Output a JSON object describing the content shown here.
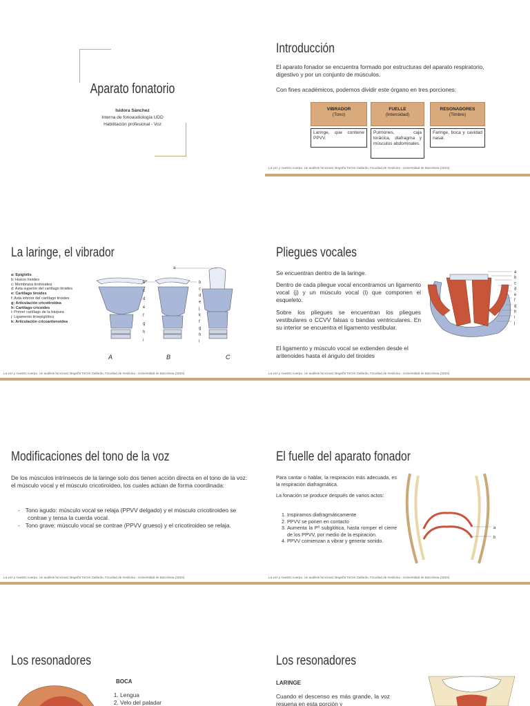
{
  "footer": "La voz y nuestro cuerpo. Un análisis funcional. Begoña Torres Gallardo, Facultad de medicina - Universidad de Barcelona (2015)",
  "slide1": {
    "title": "Aparato fonatorio",
    "author": "Isidora Sánchez",
    "role": "Interna de fonoaudiología UDD",
    "course": "Habilitación profesional - Voz"
  },
  "slide2": {
    "title": "Introducción",
    "p1": "El aparato fonador se encuentra formado por estructuras del aparato respiratorio, digestivo y por un conjunto de músculos.",
    "p2": "Con fines académicos, podemos dividir este órgano en tres porciones:",
    "columns": [
      {
        "head": "VIBRADOR",
        "sub": "(Tono)",
        "body": "Laringe, que contiene PPVV."
      },
      {
        "head": "FUELLE",
        "sub": "(Intensidad)",
        "body": "Pulmones, caja torácica, diafragma y músculos abdominales."
      },
      {
        "head": "RESONADORES",
        "sub": "(Timbre)",
        "body": "Faringe, boca y cavidad nasal."
      }
    ]
  },
  "slide3": {
    "title": "La laringe, el vibrador",
    "legend": [
      {
        "text": "a: Epiglotis",
        "bold": true
      },
      {
        "text": "b: Hueso hioides",
        "bold": false
      },
      {
        "text": "c: Membrana tirohioidea",
        "bold": false
      },
      {
        "text": "d: Asta superior del cartílago tiroides",
        "bold": false
      },
      {
        "text": "e: Cartílago tiroides",
        "bold": true
      },
      {
        "text": "f: Asta inferior del cartílago tiroides",
        "bold": false
      },
      {
        "text": "g: Articulación cricotiroidea",
        "bold": true
      },
      {
        "text": "h: Cartílago cricoides",
        "bold": true
      },
      {
        "text": "i: Primer cartílago de la tráquea",
        "bold": false
      },
      {
        "text": "j: Ligamento tiroepiglótico",
        "bold": false
      },
      {
        "text": "k: Articulación cricoaritenoidea",
        "bold": true
      }
    ],
    "fig_labels": [
      "A",
      "B",
      "C"
    ],
    "fig_letter_a": "a",
    "letters_a": [
      "b",
      "c",
      "d",
      "e",
      "f",
      "g",
      "h",
      "i"
    ],
    "letters_b": [
      "b",
      "c",
      "d",
      "e",
      "j",
      "k",
      "f",
      "g",
      "h",
      "i"
    ]
  },
  "slide4": {
    "title": "Pliegues vocales",
    "p1": "Se encuentran dentro de la laringe.",
    "p2": "Dentro de cada pliegue vocal encontramos un ligamento vocal (j) y un músculo vocal (i) que componen el esqueleto.",
    "p3": "Sobre los pliegues se encuentran los pliegues vestibulares o CCVV falsas o bandas ventriculares. En su interior se encuentra el ligamento vestibular.",
    "p4": "El ligamento y músculo vocal se extienden desde el aritenoides hasta el ángulo del tiroides",
    "letters": [
      "a",
      "b",
      "c",
      "d",
      "e",
      "f",
      "g",
      "h",
      "i",
      "j"
    ]
  },
  "slide5": {
    "title": "Modificaciones del tono de la voz",
    "p1": "De los músculos intrínsecos de la laringe solo dos tienen acción directa en el tono de la voz: el músculo vocal y el músculo cricotiroideo, los cuales actúan de forma coordinada:",
    "items": [
      "Tono agudo: músculo vocal se relaja (PPVV delgado) y el músculo cricotiroideo se contrae y tensa la cuerda vocal.",
      "Tono grave: músculo vocal se contrae (PPVV grueso) y el cricotiroideo se relaja."
    ]
  },
  "slide6": {
    "title": "El fuelle del aparato fonador",
    "p1": "Para cantar o hablar, la respiración más adecuada, es la respiración diafragmática.",
    "p2": "La fonación se produce después de varios actos:",
    "steps": [
      "Inspiramos diafragmáticamente",
      "PPVV se ponen en contacto",
      "Aumenta la Pº subglótica, hasta romper el cierre de los PPVV, por medio de la espiración.",
      "PPVV comienzan a vibrar y generar sonido."
    ],
    "fig_a": "a",
    "fig_b": "b"
  },
  "slide7": {
    "title": "Los resonadores",
    "heading": "BOCA",
    "items": [
      "Lengua",
      "Velo del paladar"
    ]
  },
  "slide8": {
    "title": "Los resonadores",
    "heading": "LARINGE",
    "p1": "Cuando el descenso es más grande, la voz resuena en esta porción y"
  },
  "colors": {
    "accent": "#c9a978",
    "table_head": "#d9aa7c",
    "cartilage": "#a9b8d8",
    "muscle": "#c8553a"
  }
}
